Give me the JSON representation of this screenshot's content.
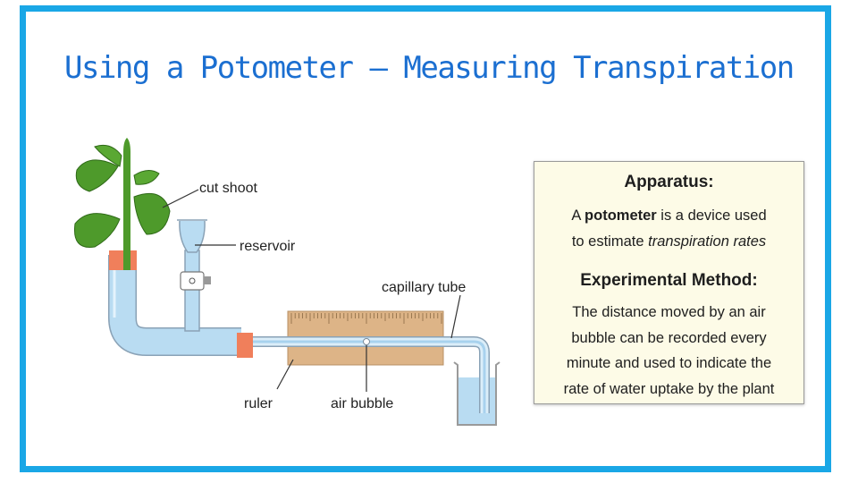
{
  "title": "Using a Potometer – Measuring Transpiration",
  "diagram": {
    "labels": {
      "cut_shoot": "cut shoot",
      "reservoir": "reservoir",
      "capillary_tube": "capillary tube",
      "ruler": "ruler",
      "air_bubble": "air bubble"
    }
  },
  "info": {
    "apparatus_heading": "Apparatus:",
    "apparatus_line1_a": "A ",
    "apparatus_line1_b": "potometer",
    "apparatus_line1_c": " is a device used",
    "apparatus_line2_a": "to estimate ",
    "apparatus_line2_b": "transpiration rates",
    "method_heading": "Experimental Method:",
    "method_lines": [
      "The distance moved by an air",
      "bubble can be recorded every",
      "minute and used to indicate the",
      "rate of water uptake by the plant"
    ]
  },
  "colors": {
    "frame": "#1aa7e6",
    "title": "#1b6fd1",
    "water": "#b9dcf2",
    "plant": "#4e9a2b",
    "bung": "#f07f5b",
    "ruler": "#ddb487",
    "panel": "#fdfbe7"
  }
}
